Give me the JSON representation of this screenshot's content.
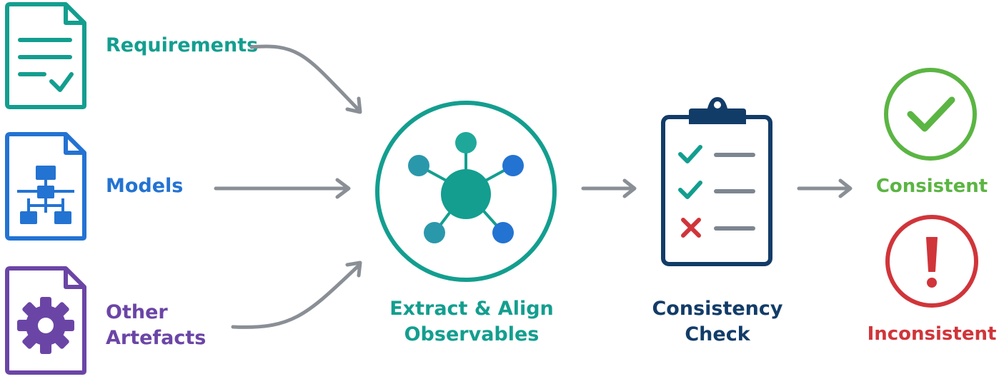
{
  "colors": {
    "teal": "#139e8f",
    "blue": "#2373d2",
    "purple": "#6b45a6",
    "gray_arrow": "#8a8f96",
    "navy": "#123c68",
    "green": "#5bb543",
    "red": "#d0353a",
    "light_gray_line": "#7d8690"
  },
  "inputs": {
    "requirements": {
      "label": "Requirements",
      "icon": "document-check-icon"
    },
    "models": {
      "label": "Models",
      "icon": "document-hierarchy-icon"
    },
    "other": {
      "label_line1": "Other",
      "label_line2": "Artefacts",
      "icon": "document-gear-icon"
    }
  },
  "extract": {
    "label_line1": "Extract & Align",
    "label_line2": "Observables",
    "icon": "network-node-icon"
  },
  "check": {
    "label_line1": "Consistency",
    "label_line2": "Check",
    "icon": "clipboard-checklist-icon"
  },
  "outcomes": {
    "consistent": {
      "label": "Consistent",
      "icon": "check-circle-icon"
    },
    "inconsistent": {
      "label": "Inconsistent",
      "icon": "exclamation-circle-icon"
    }
  }
}
